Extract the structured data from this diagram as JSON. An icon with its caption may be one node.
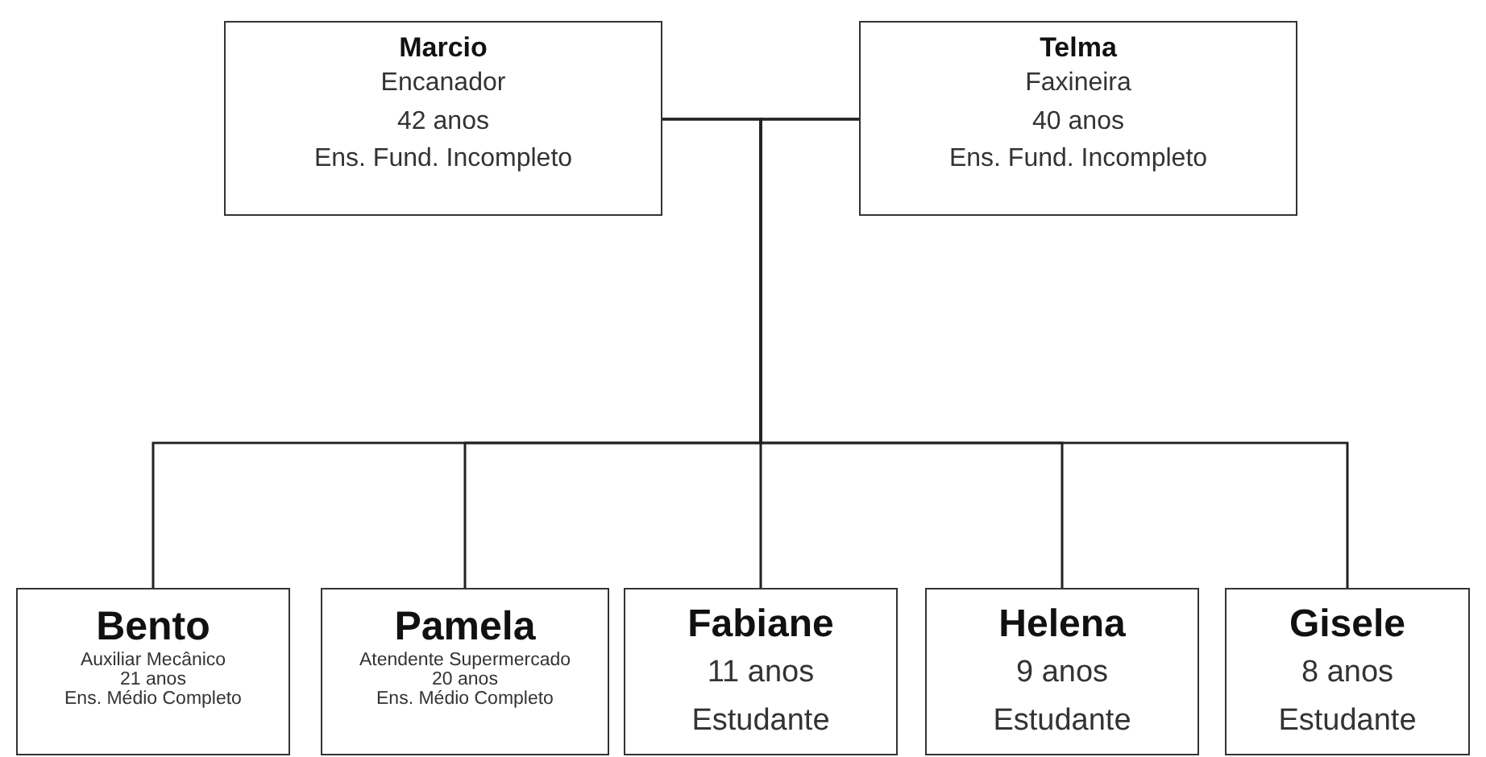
{
  "diagram": {
    "nodes": [
      {
        "text": [
          "Marcio",
          "Encanador",
          "42 anos",
          "Ens. Fund. Incompleto"
        ]
      },
      {
        "text": [
          "Telma",
          "Faxineira",
          "40 anos",
          "Ens. Fund. Incompleto"
        ]
      },
      {
        "text": [
          "Bento",
          "Auxiliar Mecânico",
          "21 anos",
          "Ens. Médio Completo"
        ]
      },
      {
        "text": [
          "Pamela",
          "Atendente Supermercado",
          "20 anos",
          "Ens. Médio Completo"
        ]
      },
      {
        "text": [
          "Fabiane",
          "11 anos",
          "Estudante"
        ]
      },
      {
        "text": [
          "Helena",
          "9 anos",
          "Estudante"
        ]
      },
      {
        "text": [
          "Gisele",
          "8 anos",
          "Estudante"
        ]
      }
    ],
    "edges": [
      {
        "from": 0,
        "to": 1,
        "arrow": "none"
      },
      {
        "from": 0,
        "to": 2,
        "arrow": "none"
      },
      {
        "from": 1,
        "to": 2,
        "arrow": "none"
      },
      {
        "from": 0,
        "to": 3,
        "arrow": "none"
      },
      {
        "from": 1,
        "to": 3,
        "arrow": "none"
      },
      {
        "from": 0,
        "to": 4,
        "arrow": "none"
      },
      {
        "from": 1,
        "to": 4,
        "arrow": "none"
      },
      {
        "from": 0,
        "to": 5,
        "arrow": "none"
      },
      {
        "from": 1,
        "to": 5,
        "arrow": "none"
      },
      {
        "from": 0,
        "to": 6,
        "arrow": "none"
      },
      {
        "from": 1,
        "to": 6,
        "arrow": "none"
      }
    ]
  }
}
